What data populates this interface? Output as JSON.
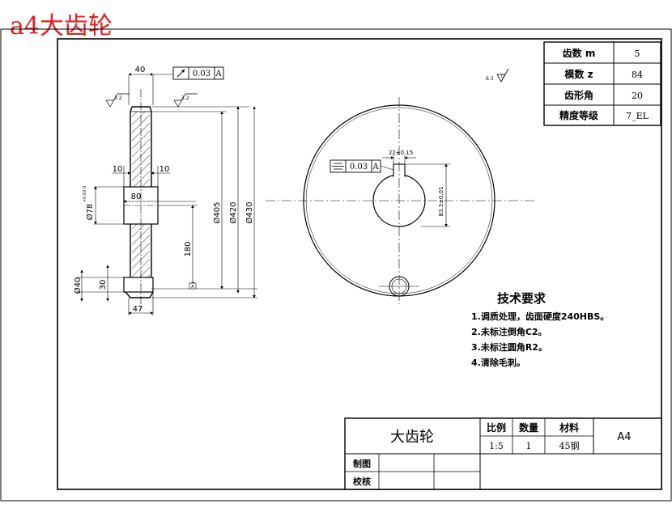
{
  "overlay_title": "a4大齿轮",
  "param_table": [
    {
      "label": "齿数 m",
      "value": "5"
    },
    {
      "label": "模数 z",
      "value": "84"
    },
    {
      "label": "齿形角",
      "value": "20"
    },
    {
      "label": "精度等级",
      "value": "7_EL"
    }
  ],
  "side_view": {
    "runout_tol_value": "0.03",
    "runout_tol_datum": "A",
    "dim_top_width": "40",
    "roughness_top_left": "3.2",
    "roughness_top": "3.2",
    "dim_hub_left": "10",
    "dim_hub_right": "10",
    "dim_bore_dia": "Ø78",
    "dim_bore_tol": "+0.03 0",
    "dim_hub_width": "80",
    "dim_root_dia": "Ø405",
    "dim_pitch_dia": "Ø420",
    "dim_tip_dia": "Ø430",
    "dim_center_dist": "180",
    "dim_hole_dia": "Ø40",
    "dim_hole_len": "30",
    "dim_bottom_width": "47",
    "datum_label": "A"
  },
  "front_view": {
    "roughness_general": "6.3",
    "keyway_width": "22±0.15",
    "sym_tol_value": "0.03",
    "sym_tol_datum": "A",
    "keyway_depth": "83.3±0.01"
  },
  "tech_requirements": {
    "title": "技术要求",
    "items": [
      "1.调质处理，齿面硬度240HBS。",
      "2.未标注倒角C2。",
      "3.未标注圆角R2。",
      "4.清除毛刺。"
    ]
  },
  "title_block": {
    "part_name": "大齿轮",
    "scale_label": "比例",
    "qty_label": "数量",
    "material_label": "材料",
    "scale_value": "1:5",
    "qty_value": "1",
    "material_value": "45钢",
    "sheet_size": "A4",
    "drawn_label": "制图",
    "checked_label": "校核"
  }
}
